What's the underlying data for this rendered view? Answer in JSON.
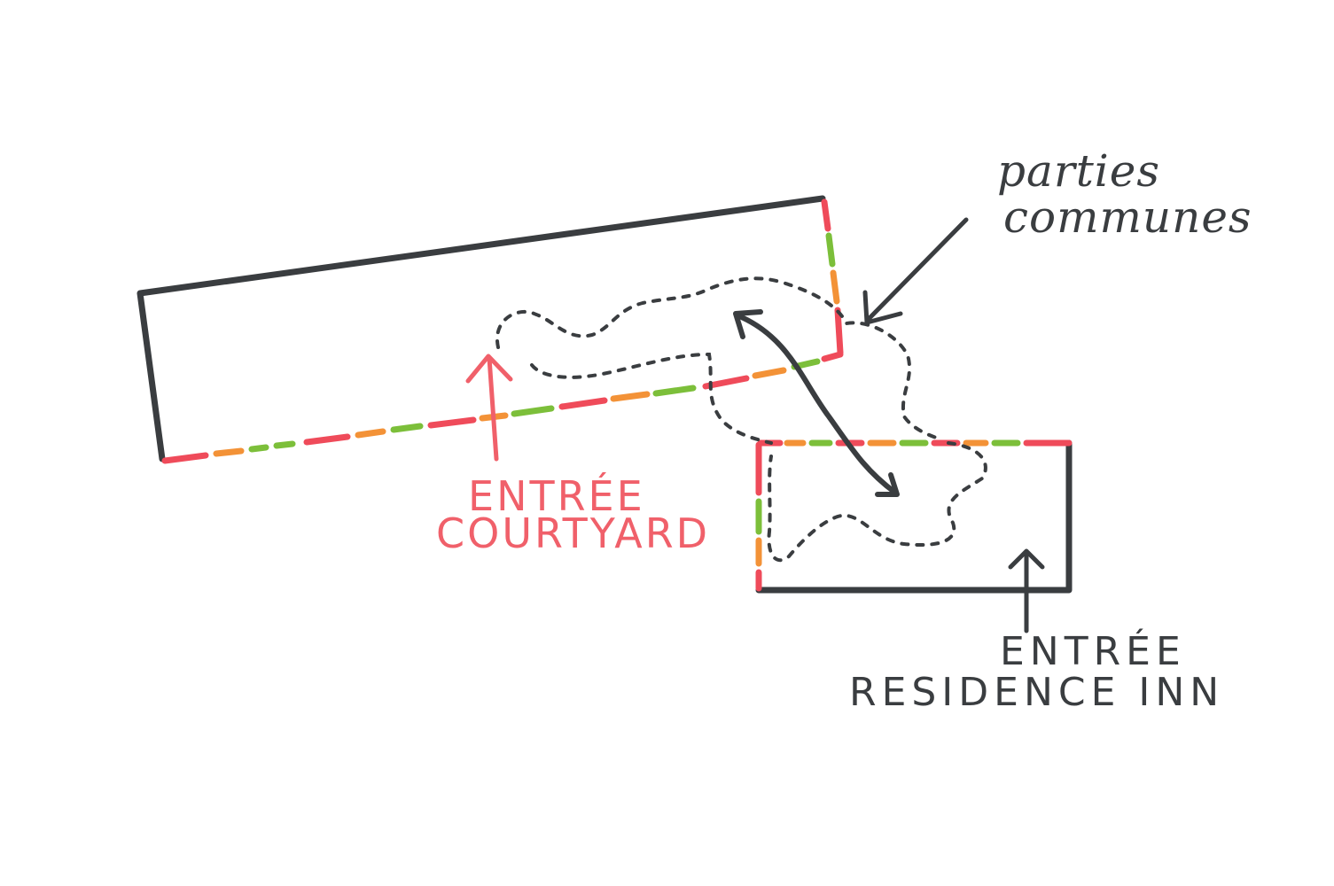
{
  "labels": {
    "parties_line1": "parties",
    "parties_line2": "communes",
    "courtyard_line1": "ENTRÉE",
    "courtyard_line2": "COURTYARD",
    "residence_line1": "ENTRÉE",
    "residence_line2": "RESIDENCE INN"
  },
  "colors": {
    "ink": "#3a3d40",
    "red": "#ef4b5a",
    "orange": "#f39237",
    "green": "#7cbf3a",
    "label_red": "#f0606a"
  }
}
